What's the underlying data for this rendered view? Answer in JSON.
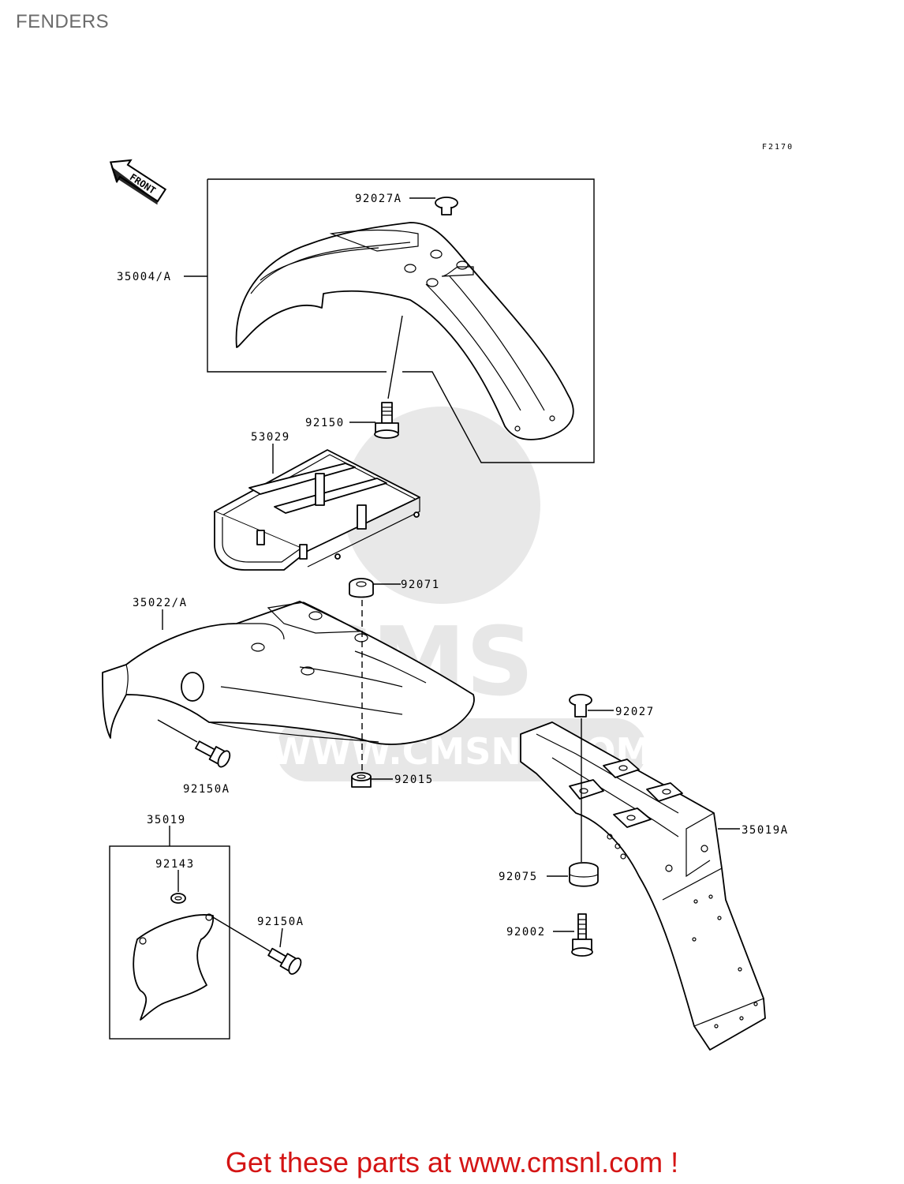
{
  "page": {
    "title": "FENDERS"
  },
  "diagram": {
    "figure_code": "F2170",
    "front_arrow_text": "FRONT",
    "watermark_text": "WWW.CMSNL.COM",
    "watermark_logo": "CMS",
    "labels": {
      "p92027A": "92027A",
      "p35004A": "35004/A",
      "p92150": "92150",
      "p53029": "53029",
      "p92071": "92071",
      "p35022A": "35022/A",
      "p92150A_1": "92150A",
      "p92015": "92015",
      "p92027": "92027",
      "p35019A": "35019A",
      "p35019": "35019",
      "p92143": "92143",
      "p92150A_2": "92150A",
      "p92075": "92075",
      "p92002": "92002"
    }
  },
  "footer": {
    "text": "Get these parts at www.cmsnl.com !",
    "color": "#d41414"
  }
}
